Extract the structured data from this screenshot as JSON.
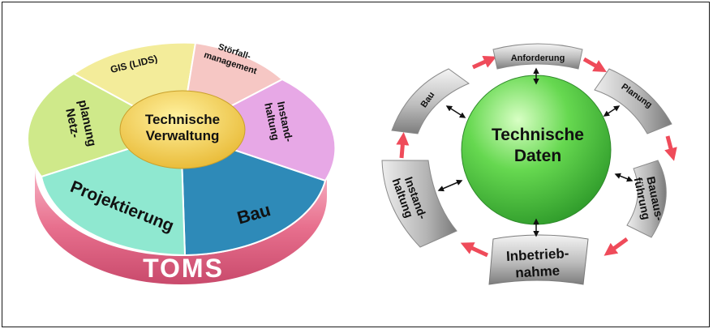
{
  "toms": {
    "center_line1": "Technische",
    "center_line2": "Verwaltung",
    "segments": {
      "gis": "GIS (LIDS)",
      "stoerfall_line1": "Störfall-",
      "stoerfall_line2": "management",
      "instand_line1": "Instand-",
      "instand_line2": "haltung",
      "bau": "Bau",
      "projektierung": "Projektierung",
      "netz_line1": "Netz-",
      "netz_line2": "planung"
    },
    "base_label": "TOMS"
  },
  "cycle": {
    "center_line1": "Technische",
    "center_line2": "Daten",
    "steps": {
      "anforderung": "Anforderung",
      "planung": "Planung",
      "bauausfuehrung_line1": "Bauaus-",
      "bauausfuehrung_line2": "führung",
      "inbetrieb_line1": "Inbetrieb-",
      "inbetrieb_line2": "nahme",
      "instand_line1": "Instand-",
      "instand_line2": "haltung",
      "bau": "Bau"
    }
  },
  "colors": {
    "gis": "#f3ec9a",
    "stoerfall": "#f6c7c4",
    "instand": "#e7a8e6",
    "bau": "#2e8ab8",
    "projektierung": "#8fe8d0",
    "netz": "#cfe98a",
    "center_disk": "#f4cf4a",
    "base_pink": "#e8708e",
    "cycle_green": "#63d84f",
    "arrow_red": "#ef4b5a"
  }
}
